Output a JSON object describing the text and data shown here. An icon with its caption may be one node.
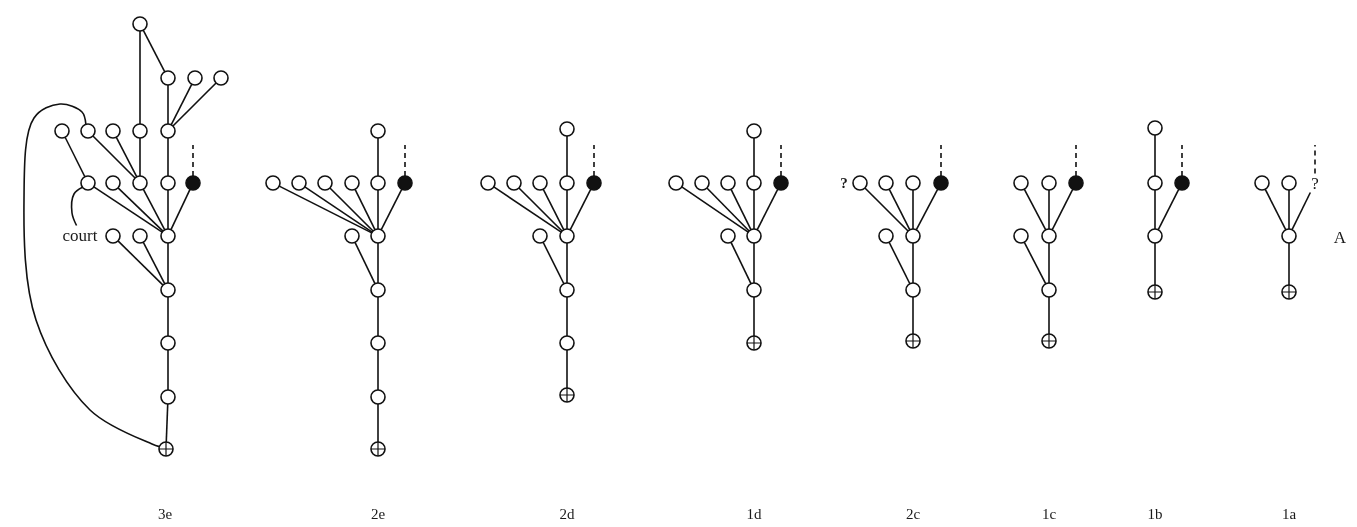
{
  "diagram": {
    "nodes": [
      {
        "text": [],
        "shape": "circle"
      },
      {
        "text": [],
        "shape": "circle"
      },
      {
        "text": [],
        "shape": "circle"
      },
      {
        "text": [],
        "shape": "circle"
      },
      {
        "text": [],
        "shape": "circle"
      },
      {
        "text": [],
        "shape": "circle"
      },
      {
        "text": [],
        "shape": "circle"
      },
      {
        "text": [],
        "shape": "circle"
      },
      {
        "text": [],
        "shape": "circle"
      },
      {
        "text": [],
        "shape": "circle"
      },
      {
        "text": [],
        "shape": "circle"
      },
      {
        "text": [],
        "shape": "circle"
      },
      {
        "text": [],
        "shape": "circle"
      },
      {
        "text": [],
        "shape": "disc"
      },
      {
        "text": [
          "court"
        ]
      },
      {
        "text": [],
        "shape": "circle"
      },
      {
        "text": [],
        "shape": "circle"
      },
      {
        "text": [],
        "shape": "circle"
      },
      {
        "text": [],
        "shape": "circle"
      },
      {
        "text": [],
        "shape": "circle"
      },
      {
        "text": [],
        "shape": "circle"
      },
      {
        "text": [],
        "shape": "cross"
      },
      {
        "text": [],
        "shape": "circle"
      },
      {
        "text": [],
        "shape": "circle"
      },
      {
        "text": [],
        "shape": "circle"
      },
      {
        "text": [],
        "shape": "circle"
      },
      {
        "text": [],
        "shape": "circle"
      },
      {
        "text": [],
        "shape": "circle"
      },
      {
        "text": [],
        "shape": "disc"
      },
      {
        "text": [],
        "shape": "circle"
      },
      {
        "text": [],
        "shape": "circle"
      },
      {
        "text": [],
        "shape": "circle"
      },
      {
        "text": [],
        "shape": "circle"
      },
      {
        "text": [],
        "shape": "circle"
      },
      {
        "text": [],
        "shape": "cross"
      },
      {
        "text": [],
        "shape": "circle"
      },
      {
        "text": [],
        "shape": "circle"
      },
      {
        "text": [],
        "shape": "circle"
      },
      {
        "text": [],
        "shape": "circle"
      },
      {
        "text": [],
        "shape": "circle"
      },
      {
        "text": [],
        "shape": "disc"
      },
      {
        "text": [],
        "shape": "circle"
      },
      {
        "text": [],
        "shape": "circle"
      },
      {
        "text": [],
        "shape": "circle"
      },
      {
        "text": [],
        "shape": "circle"
      },
      {
        "text": [],
        "shape": "cross"
      },
      {
        "text": [],
        "shape": "circle"
      },
      {
        "text": [],
        "shape": "circle"
      },
      {
        "text": [],
        "shape": "circle"
      },
      {
        "text": [],
        "shape": "circle"
      },
      {
        "text": [],
        "shape": "circle"
      },
      {
        "text": [],
        "shape": "disc"
      },
      {
        "text": [],
        "shape": "circle"
      },
      {
        "text": [],
        "shape": "circle"
      },
      {
        "text": [],
        "shape": "circle"
      },
      {
        "text": [],
        "shape": "cross"
      },
      {
        "text": [],
        "shape": "circle",
        "beside": [
          "?"
        ]
      },
      {
        "text": [],
        "shape": "circle"
      },
      {
        "text": [],
        "shape": "circle"
      },
      {
        "text": [],
        "shape": "disc"
      },
      {
        "text": [],
        "shape": "circle"
      },
      {
        "text": [],
        "shape": "circle"
      },
      {
        "text": [],
        "shape": "circle"
      },
      {
        "text": [],
        "shape": "cross"
      },
      {
        "text": [],
        "shape": "circle"
      },
      {
        "text": [],
        "shape": "circle"
      },
      {
        "text": [],
        "shape": "disc"
      },
      {
        "text": [],
        "shape": "circle"
      },
      {
        "text": [],
        "shape": "circle"
      },
      {
        "text": [],
        "shape": "circle"
      },
      {
        "text": [],
        "shape": "cross"
      },
      {
        "text": [],
        "shape": "circle"
      },
      {
        "text": [],
        "shape": "circle"
      },
      {
        "text": [],
        "shape": "disc"
      },
      {
        "text": [],
        "shape": "circle"
      },
      {
        "text": [],
        "shape": "cross"
      },
      {
        "text": [],
        "shape": "circle"
      },
      {
        "text": [],
        "shape": "circle"
      },
      {
        "text": [
          "?"
        ]
      },
      {
        "text": [],
        "shape": "circle"
      },
      {
        "text": [],
        "shape": "cross"
      }
    ],
    "edges": [
      {
        "from": 0,
        "to": 7,
        "arrow": "none"
      },
      {
        "from": 0,
        "to": 1,
        "arrow": "none"
      },
      {
        "from": 1,
        "to": 8,
        "arrow": "none"
      },
      {
        "from": 2,
        "to": 8,
        "arrow": "none"
      },
      {
        "from": 3,
        "to": 8,
        "arrow": "none"
      },
      {
        "from": 7,
        "to": 11,
        "arrow": "none"
      },
      {
        "from": 5,
        "to": 11,
        "arrow": "none"
      },
      {
        "from": 6,
        "to": 11,
        "arrow": "none"
      },
      {
        "from": 8,
        "to": 12,
        "arrow": "none"
      },
      {
        "from": 4,
        "to": 9,
        "arrow": "none"
      },
      {
        "from": 9,
        "to": 17,
        "arrow": "none"
      },
      {
        "from": 10,
        "to": 17,
        "arrow": "none"
      },
      {
        "from": 11,
        "to": 17,
        "arrow": "none"
      },
      {
        "from": 12,
        "to": 17,
        "arrow": "none"
      },
      {
        "from": 13,
        "to": 17,
        "arrow": "none"
      },
      {
        "from": 13,
        "to": null,
        "arrow": "none",
        "style": "dashed"
      },
      {
        "from": 15,
        "to": 18,
        "arrow": "none"
      },
      {
        "from": 16,
        "to": 18,
        "arrow": "none"
      },
      {
        "from": 17,
        "to": 18,
        "arrow": "none"
      },
      {
        "from": 18,
        "to": 19,
        "arrow": "none"
      },
      {
        "from": 19,
        "to": 20,
        "arrow": "none"
      },
      {
        "from": 20,
        "to": 21,
        "arrow": "none"
      },
      {
        "from": 5,
        "to": 21,
        "arrow": "none"
      },
      {
        "from": 14,
        "to": 9,
        "arrow": "none"
      },
      {
        "from": 22,
        "to": 27,
        "arrow": "none"
      },
      {
        "from": 27,
        "to": 30,
        "arrow": "none"
      },
      {
        "from": 23,
        "to": 30,
        "arrow": "none"
      },
      {
        "from": 24,
        "to": 30,
        "arrow": "none"
      },
      {
        "from": 25,
        "to": 30,
        "arrow": "none"
      },
      {
        "from": 26,
        "to": 30,
        "arrow": "none"
      },
      {
        "from": 28,
        "to": 30,
        "arrow": "none"
      },
      {
        "from": 28,
        "to": null,
        "arrow": "none",
        "style": "dashed"
      },
      {
        "from": 29,
        "to": 31,
        "arrow": "none"
      },
      {
        "from": 30,
        "to": 31,
        "arrow": "none"
      },
      {
        "from": 31,
        "to": 32,
        "arrow": "none"
      },
      {
        "from": 32,
        "to": 33,
        "arrow": "none"
      },
      {
        "from": 33,
        "to": 34,
        "arrow": "none"
      },
      {
        "from": 35,
        "to": 39,
        "arrow": "none"
      },
      {
        "from": 39,
        "to": 42,
        "arrow": "none"
      },
      {
        "from": 36,
        "to": 42,
        "arrow": "none"
      },
      {
        "from": 37,
        "to": 42,
        "arrow": "none"
      },
      {
        "from": 38,
        "to": 42,
        "arrow": "none"
      },
      {
        "from": 40,
        "to": 42,
        "arrow": "none"
      },
      {
        "from": 40,
        "to": null,
        "arrow": "none",
        "style": "dashed"
      },
      {
        "from": 41,
        "to": 43,
        "arrow": "none"
      },
      {
        "from": 42,
        "to": 43,
        "arrow": "none"
      },
      {
        "from": 43,
        "to": 44,
        "arrow": "none"
      },
      {
        "from": 44,
        "to": 45,
        "arrow": "none"
      },
      {
        "from": 46,
        "to": 50,
        "arrow": "none"
      },
      {
        "from": 50,
        "to": 53,
        "arrow": "none"
      },
      {
        "from": 47,
        "to": 53,
        "arrow": "none"
      },
      {
        "from": 48,
        "to": 53,
        "arrow": "none"
      },
      {
        "from": 49,
        "to": 53,
        "arrow": "none"
      },
      {
        "from": 51,
        "to": 53,
        "arrow": "none"
      },
      {
        "from": 51,
        "to": null,
        "arrow": "none",
        "style": "dashed"
      },
      {
        "from": 52,
        "to": 54,
        "arrow": "none"
      },
      {
        "from": 53,
        "to": 54,
        "arrow": "none"
      },
      {
        "from": 54,
        "to": 55,
        "arrow": "none"
      },
      {
        "from": 56,
        "to": 61,
        "arrow": "none"
      },
      {
        "from": 57,
        "to": 61,
        "arrow": "none"
      },
      {
        "from": 58,
        "to": 61,
        "arrow": "none"
      },
      {
        "from": 59,
        "to": 61,
        "arrow": "none"
      },
      {
        "from": 59,
        "to": null,
        "arrow": "none",
        "style": "dashed"
      },
      {
        "from": 60,
        "to": 62,
        "arrow": "none"
      },
      {
        "from": 61,
        "to": 62,
        "arrow": "none"
      },
      {
        "from": 62,
        "to": 63,
        "arrow": "none"
      },
      {
        "from": 64,
        "to": 68,
        "arrow": "none"
      },
      {
        "from": 65,
        "to": 68,
        "arrow": "none"
      },
      {
        "from": 66,
        "to": 68,
        "arrow": "none"
      },
      {
        "from": 66,
        "to": null,
        "arrow": "none",
        "style": "dashed"
      },
      {
        "from": 67,
        "to": 69,
        "arrow": "none"
      },
      {
        "from": 68,
        "to": 69,
        "arrow": "none"
      },
      {
        "from": 69,
        "to": 70,
        "arrow": "none"
      },
      {
        "from": 71,
        "to": 72,
        "arrow": "none"
      },
      {
        "from": 72,
        "to": 74,
        "arrow": "none"
      },
      {
        "from": 73,
        "to": 74,
        "arrow": "none"
      },
      {
        "from": 73,
        "to": null,
        "arrow": "none",
        "style": "dashed"
      },
      {
        "from": 74,
        "to": 75,
        "arrow": "none"
      },
      {
        "from": 76,
        "to": 79,
        "arrow": "none"
      },
      {
        "from": 77,
        "to": 79,
        "arrow": "none"
      },
      {
        "from": 78,
        "to": 79,
        "arrow": "none"
      },
      {
        "from": 78,
        "to": null,
        "arrow": "none",
        "style": "dashed"
      },
      {
        "from": 79,
        "to": 80,
        "arrow": "none"
      }
    ],
    "labels": [
      "A",
      "3e",
      "2e",
      "2d",
      "1d",
      "2c",
      "1c",
      "1b",
      "1a"
    ]
  }
}
